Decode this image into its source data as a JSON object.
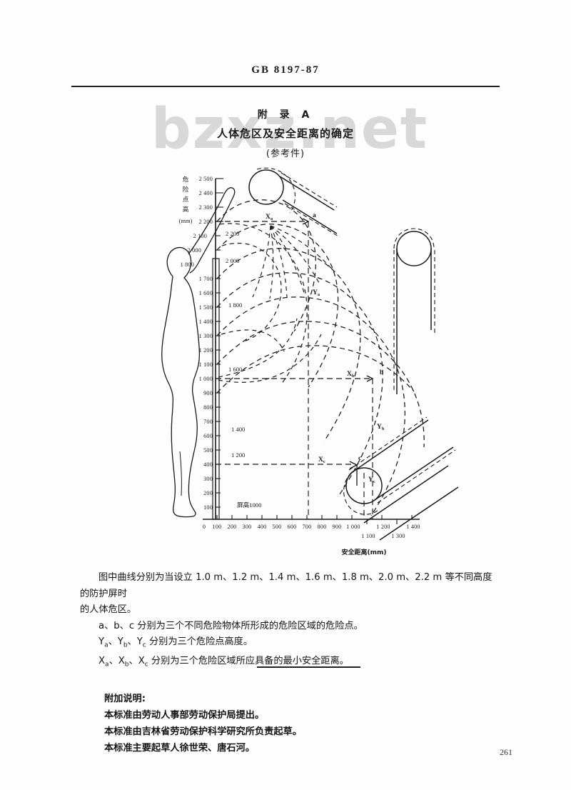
{
  "header": {
    "standard_code": "GB 8197-87",
    "watermark": "bzxz.net"
  },
  "titles": {
    "appendix": "附 录 A",
    "main": "人体危区及安全距离的确定",
    "sub": "(参考件)"
  },
  "figure": {
    "y_axis_title_vertical": "危险点高",
    "y_axis_title_unit": "(mm)",
    "x_axis_title": "安全距离(mm)",
    "origin_label": "0",
    "y_ticks": [
      "2 500",
      "2 400",
      "2 300",
      "2 200",
      "2 100",
      "2 000",
      "1 800",
      "1 700",
      "1 600",
      "1 500",
      "1 400",
      "1 300",
      "1 200",
      "1 100",
      "1 000",
      "900",
      "800",
      "700",
      "600",
      "500",
      "400",
      "300",
      "200",
      "100"
    ],
    "y_values": [
      2500,
      2400,
      2300,
      2200,
      2100,
      2000,
      1800,
      1700,
      1600,
      1500,
      1400,
      1300,
      1200,
      1100,
      1000,
      900,
      800,
      700,
      600,
      500,
      400,
      300,
      200,
      100
    ],
    "x_ticks_upper": [
      "100",
      "200",
      "300",
      "400",
      "500",
      "600",
      "700",
      "800",
      "900",
      "1 000",
      "1 200",
      "1 400"
    ],
    "x_ticks_lower": [
      "1 100",
      "1 300"
    ],
    "x_values_upper": [
      100,
      200,
      300,
      400,
      500,
      600,
      700,
      800,
      900,
      1000,
      1200,
      1400
    ],
    "x_values_lower": [
      1100,
      1300
    ],
    "curve_labels": [
      "2 200",
      "2 000",
      "1 800",
      "1 600",
      "1 400",
      "1 200"
    ],
    "screen_label": "屏高1000",
    "danger_points": [
      "a",
      "b",
      "c"
    ],
    "heights": [
      "Ya",
      "Yb",
      "Yc"
    ],
    "distances": [
      "Xa",
      "Xb",
      "Xc"
    ]
  },
  "chart_data": {
    "type": "line",
    "title": "人体危区及安全距离的确定",
    "xlabel": "安全距离(mm)",
    "ylabel": "危险点高 (mm)",
    "xlim": [
      0,
      1450
    ],
    "ylim": [
      0,
      2550
    ],
    "grid": false,
    "legend_position": "inline-labels",
    "series": [
      {
        "name": "2 200",
        "screen_height_m": 2.2,
        "x": [
          0,
          60,
          150,
          260,
          360,
          440,
          500,
          540,
          560
        ],
        "y": [
          2200,
          2290,
          2340,
          2330,
          2270,
          2160,
          2010,
          1840,
          1660
        ]
      },
      {
        "name": "2 000",
        "screen_height_m": 2.0,
        "x": [
          0,
          70,
          170,
          280,
          390,
          480,
          560,
          620,
          660
        ],
        "y": [
          2000,
          2120,
          2190,
          2180,
          2110,
          1980,
          1800,
          1600,
          1400
        ]
      },
      {
        "name": "1 800",
        "screen_height_m": 1.8,
        "x": [
          0,
          90,
          200,
          330,
          450,
          560,
          660,
          740,
          800
        ],
        "y": [
          1800,
          1930,
          2000,
          1990,
          1920,
          1790,
          1600,
          1380,
          1150
        ]
      },
      {
        "name": "1 600",
        "screen_height_m": 1.6,
        "x": [
          0,
          110,
          240,
          380,
          520,
          650,
          770,
          870,
          950
        ],
        "y": [
          1600,
          1740,
          1820,
          1820,
          1750,
          1610,
          1420,
          1190,
          930
        ]
      },
      {
        "name": "1 400",
        "screen_height_m": 1.4,
        "x": [
          0,
          130,
          280,
          440,
          600,
          750,
          890,
          1010,
          1110
        ],
        "y": [
          1400,
          1540,
          1630,
          1630,
          1570,
          1430,
          1230,
          990,
          720
        ]
      },
      {
        "name": "1 200",
        "screen_height_m": 1.2,
        "x": [
          0,
          150,
          320,
          500,
          680,
          850,
          1000,
          1140,
          1260
        ],
        "y": [
          1200,
          1340,
          1430,
          1430,
          1370,
          1230,
          1030,
          790,
          520
        ]
      },
      {
        "name": "屏高1000",
        "screen_height_m": 1.0,
        "x": [
          0,
          170,
          360,
          560,
          760,
          950,
          1120,
          1270,
          1400
        ],
        "y": [
          1000,
          1140,
          1230,
          1230,
          1170,
          1030,
          830,
          590,
          320
        ]
      }
    ],
    "markers": [
      {
        "label": "a",
        "x": 700,
        "y": 2200,
        "height_label": "Ya",
        "distance_label": "Xa"
      },
      {
        "label": "b",
        "x": 1040,
        "y": 1000,
        "height_label": "Yb",
        "distance_label": "Xb"
      },
      {
        "label": "c",
        "x": 1005,
        "y": 400,
        "height_label": "Yc",
        "distance_label": "Xc"
      }
    ],
    "annotations": [
      "a、b、c 为危险点",
      "Ya、Yb、Yc 为危险点高度",
      "Xa、Xb、Xc 为最小安全距离"
    ]
  },
  "body": {
    "line1": "图中曲线分别为当设立 1.0 m、1.2 m、1.4 m、1.6 m、1.8 m、2.0 m、2.2 m 等不同高度的防护屏时",
    "line2": "的人体危区。",
    "line3": "a、b、c 分别为三个不同危险物体所形成的危险区域的危险点。",
    "line4_prefix": "Y",
    "line4": "分别为三个危险点高度。",
    "line5": "分别为三个危险区域所应具备的最小安全距离。"
  },
  "notes": {
    "heading": "附加说明:",
    "line1": "本标准由劳动人事部劳动保护局提出。",
    "line2": "本标准由吉林省劳动保护科学研究所负责起草。",
    "line3": "本标准主要起草人徐世荣、唐石河。"
  },
  "footer": {
    "page_number": "261"
  }
}
